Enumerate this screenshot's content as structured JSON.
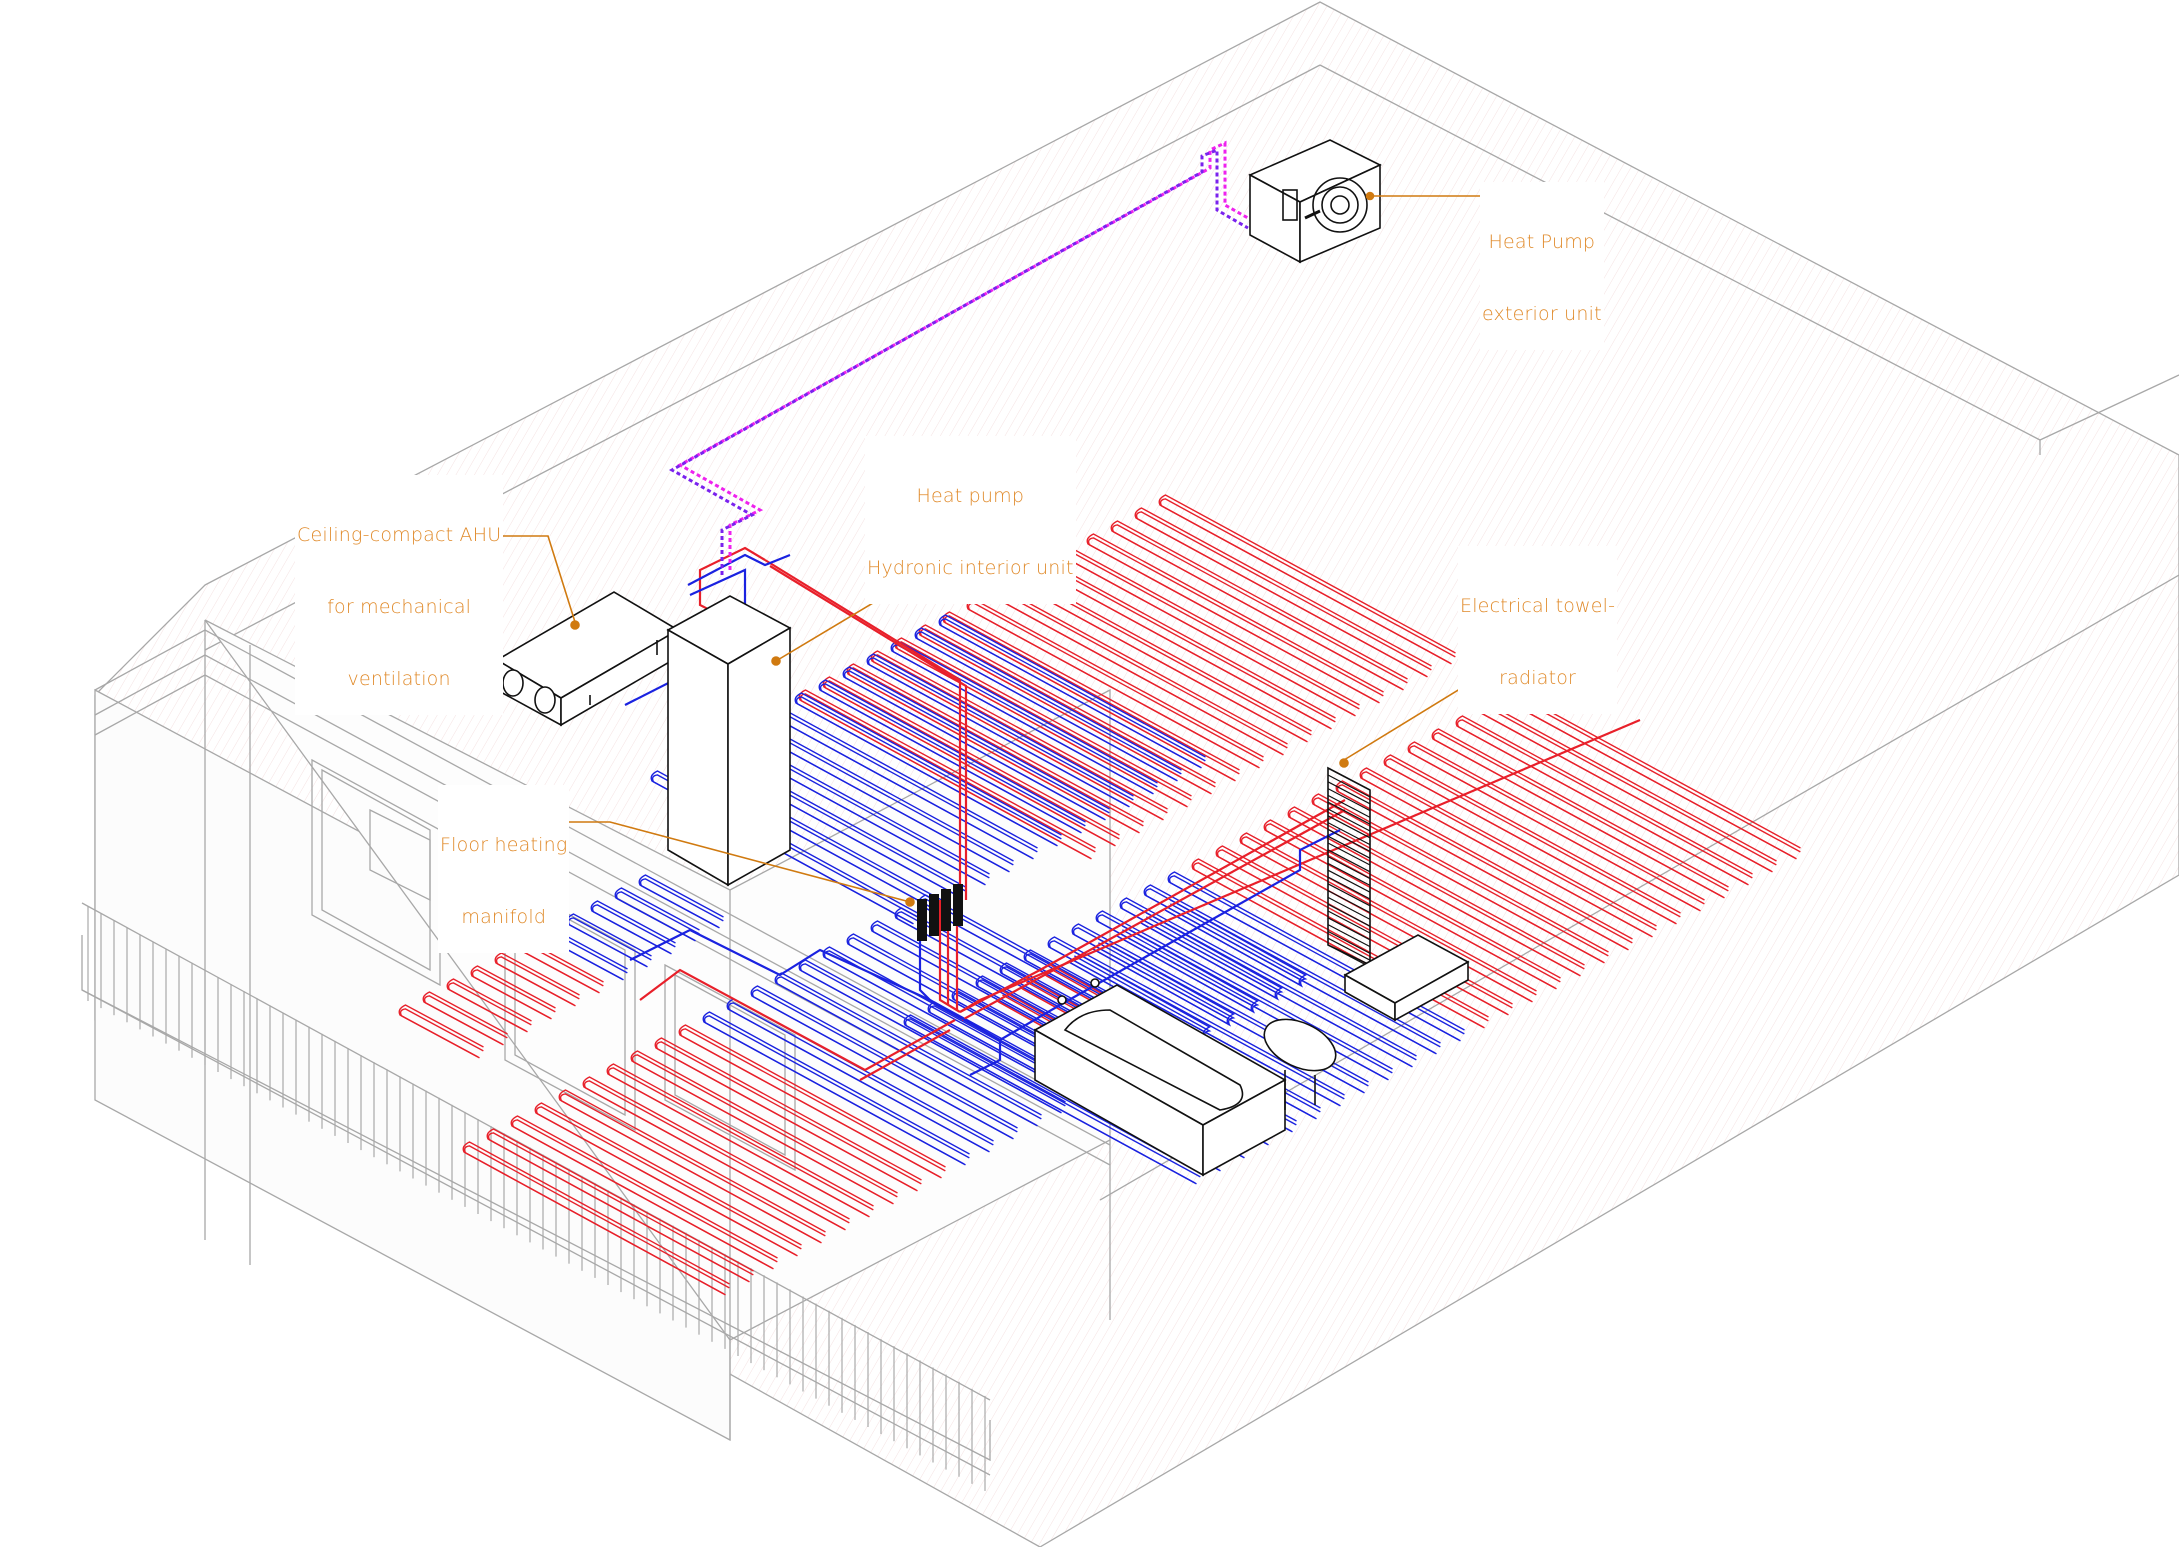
{
  "title": "Isometric HVAC / hydronic floor-heating system diagram",
  "colors": {
    "label": "#e08a2a",
    "leader": "#d07a10",
    "supply_pipe": "#e8202a",
    "return_pipe": "#1a22e0",
    "refrigerant_pipe_a": "#ee22ee",
    "refrigerant_pipe_b": "#7a22ee",
    "equipment_line": "#111111",
    "building_line": "#a8a8a8",
    "floor_hatch": "#f3dede"
  },
  "labels": {
    "heat_pump_exterior": {
      "lines": [
        "Heat Pump",
        "exterior unit"
      ]
    },
    "ahu": {
      "lines": [
        "Ceiling-compact AHU",
        "for mechanical",
        "ventilation"
      ]
    },
    "hydronic_unit": {
      "lines": [
        "Heat pump",
        "Hydronic interior unit"
      ]
    },
    "towel_radiator": {
      "lines": [
        "Electrical towel-",
        "radiator"
      ]
    },
    "manifold": {
      "lines": [
        "Floor heating",
        "manifold"
      ]
    }
  },
  "components": [
    {
      "id": "heat-pump-exterior-unit",
      "name": "Heat Pump exterior unit"
    },
    {
      "id": "ahu",
      "name": "Ceiling-compact AHU"
    },
    {
      "id": "hydronic-interior-unit",
      "name": "Heat pump Hydronic interior unit"
    },
    {
      "id": "floor-heating-manifold",
      "name": "Floor heating manifold"
    },
    {
      "id": "towel-radiator",
      "name": "Electrical towel-radiator"
    },
    {
      "id": "bathtub",
      "name": "Bathtub"
    },
    {
      "id": "toilet",
      "name": "Toilet"
    },
    {
      "id": "washbasin",
      "name": "Washbasin"
    }
  ],
  "floor_heating_zones": [
    {
      "id": "zone-north-large",
      "red_loops": 16,
      "blue_loops": 0
    },
    {
      "id": "zone-center",
      "red_loops": 0,
      "blue_loops": 13
    },
    {
      "id": "zone-east",
      "red_loops": 14,
      "blue_loops": 12
    },
    {
      "id": "zone-west-small",
      "red_loops": 6,
      "blue_loops": 5
    },
    {
      "id": "zone-south",
      "red_loops": 10,
      "blue_loops": 10
    },
    {
      "id": "zone-bathroom",
      "red_loops": 3,
      "blue_loops": 5
    }
  ]
}
